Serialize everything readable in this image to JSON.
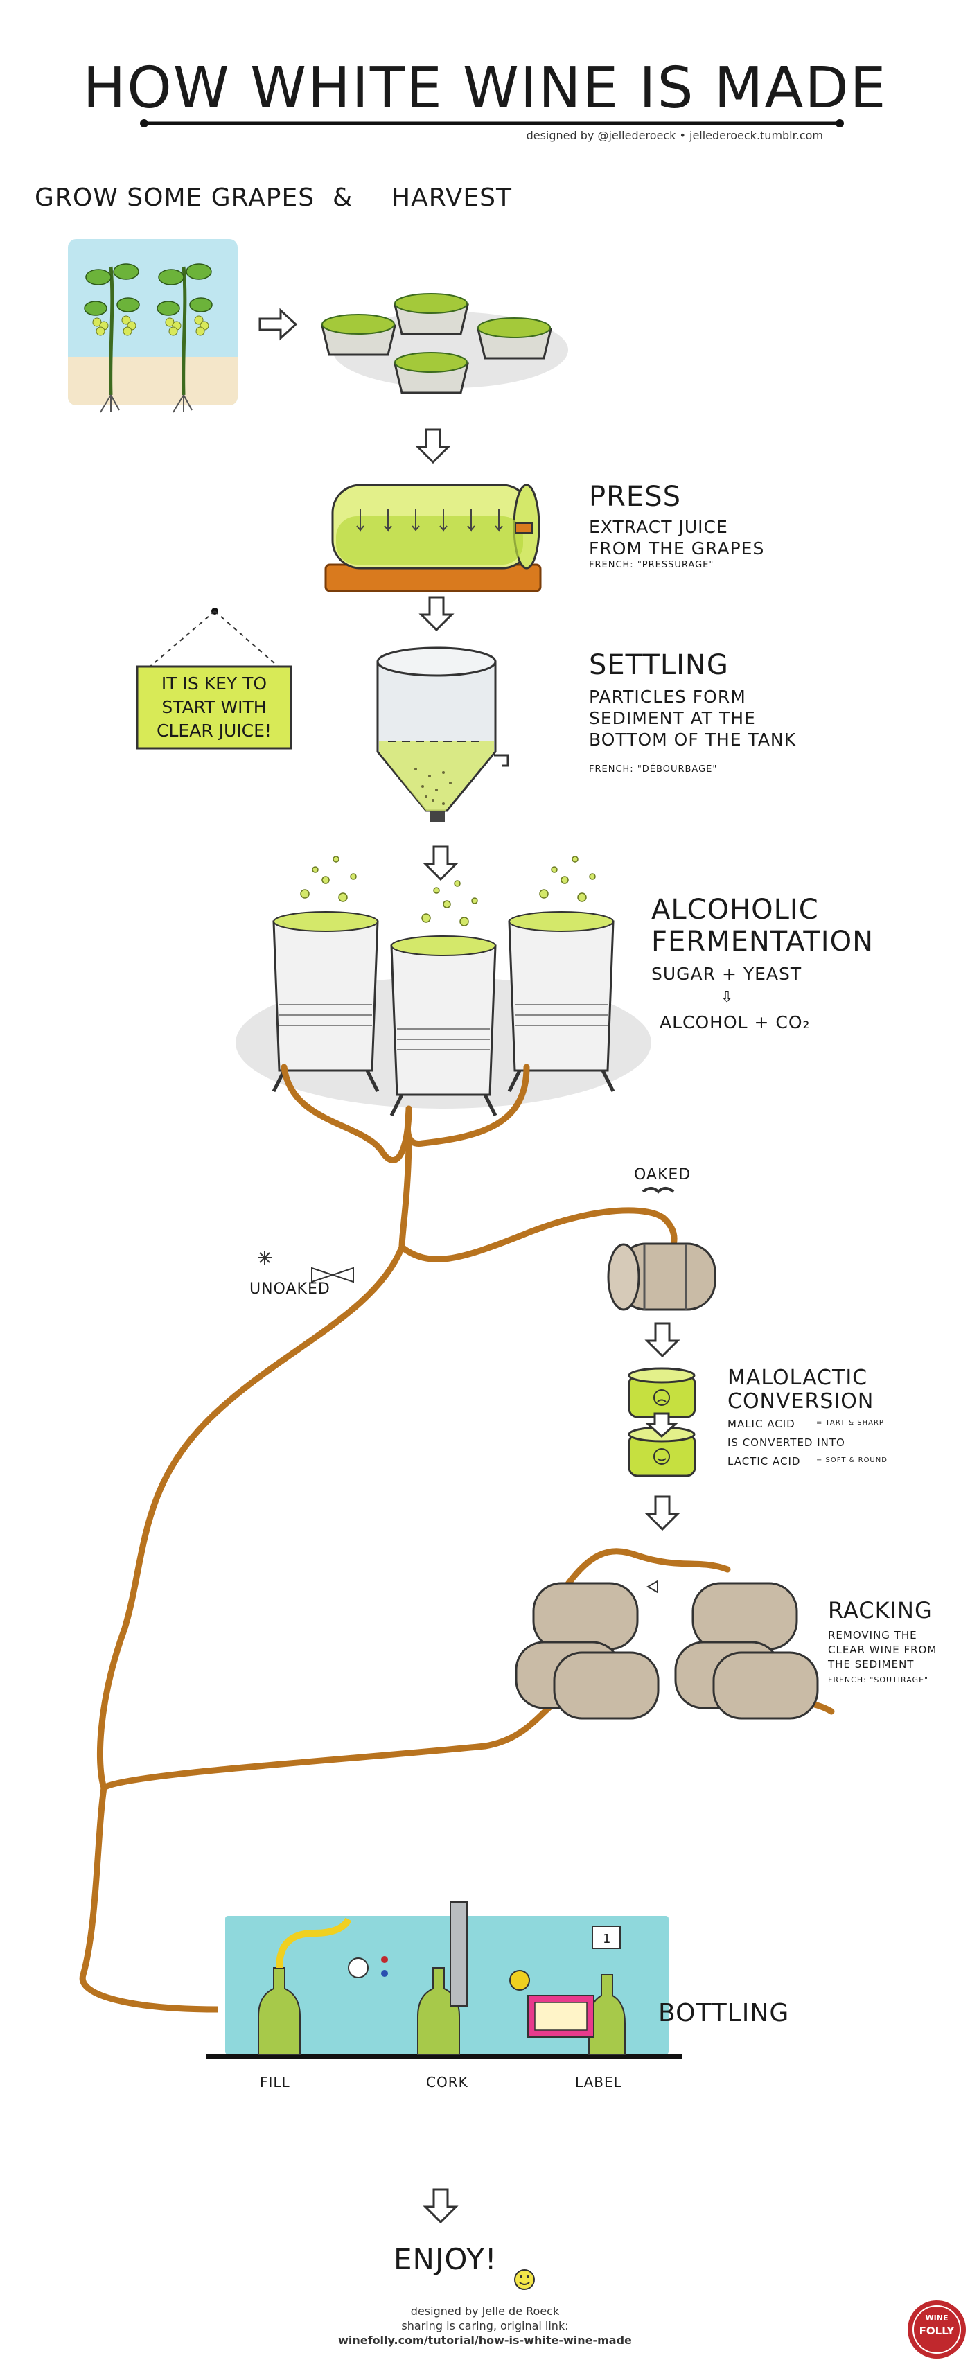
{
  "title": "HOW WHITE WINE IS MADE",
  "top_credit": "designed by @jellederoeck • jellederoeck.tumblr.com",
  "steps": {
    "grow": "GROW SOME GRAPES",
    "amp": "&",
    "harvest": "HARVEST",
    "press": {
      "title": "PRESS",
      "desc": "EXTRACT JUICE\nFROM THE GRAPES",
      "french": "FRENCH: \"PRESSURAGE\""
    },
    "settling": {
      "title": "SETTLING",
      "desc": "PARTICLES FORM\nSEDIMENT AT THE\nBOTTOM OF THE TANK",
      "french": "FRENCH: \"DÉBOURBAGE\"",
      "sign": "IT IS KEY TO\nSTART WITH\nCLEAR JUICE!"
    },
    "fermentation": {
      "title": "ALCOHOLIC\nFERMENTATION",
      "line1": "SUGAR + YEAST",
      "line2": "ALCOHOL + CO₂"
    },
    "oaked": "OAKED",
    "unoaked": "UNOAKED",
    "malolactic": {
      "title": "MALOLACTIC\nCONVERSION",
      "line1": "MALIC ACID",
      "line1_note": "= TART & SHARP",
      "line2": "IS CONVERTED INTO",
      "line3": "LACTIC ACID",
      "line3_note": "= SOFT & ROUND"
    },
    "racking": {
      "title": "RACKING",
      "desc": "REMOVING THE\nCLEAR WINE FROM\nTHE SEDIMENT",
      "french": "FRENCH: \"SOUTIRAGE\""
    },
    "bottling": {
      "title": "BOTTLING",
      "fill": "FILL",
      "cork": "CORK",
      "label": "LABEL",
      "counter": "1"
    },
    "enjoy": "ENJOY!"
  },
  "footer": {
    "line1": "designed by Jelle de Roeck",
    "line2": "sharing is caring, original link:",
    "line3": "winefolly.com/tutorial/how-is-white-wine-made"
  },
  "badge": {
    "line1": "WINE",
    "line2": "FOLLY"
  },
  "colors": {
    "juice_green": "#d4e86a",
    "pipe_orange": "#b8731f",
    "sky_blue": "#bfe6f0",
    "machine_teal": "#8fd8dc",
    "sign_yellow": "#d8ea57",
    "barrel_tan": "#c9bba6",
    "badge_red": "#c0282d"
  }
}
